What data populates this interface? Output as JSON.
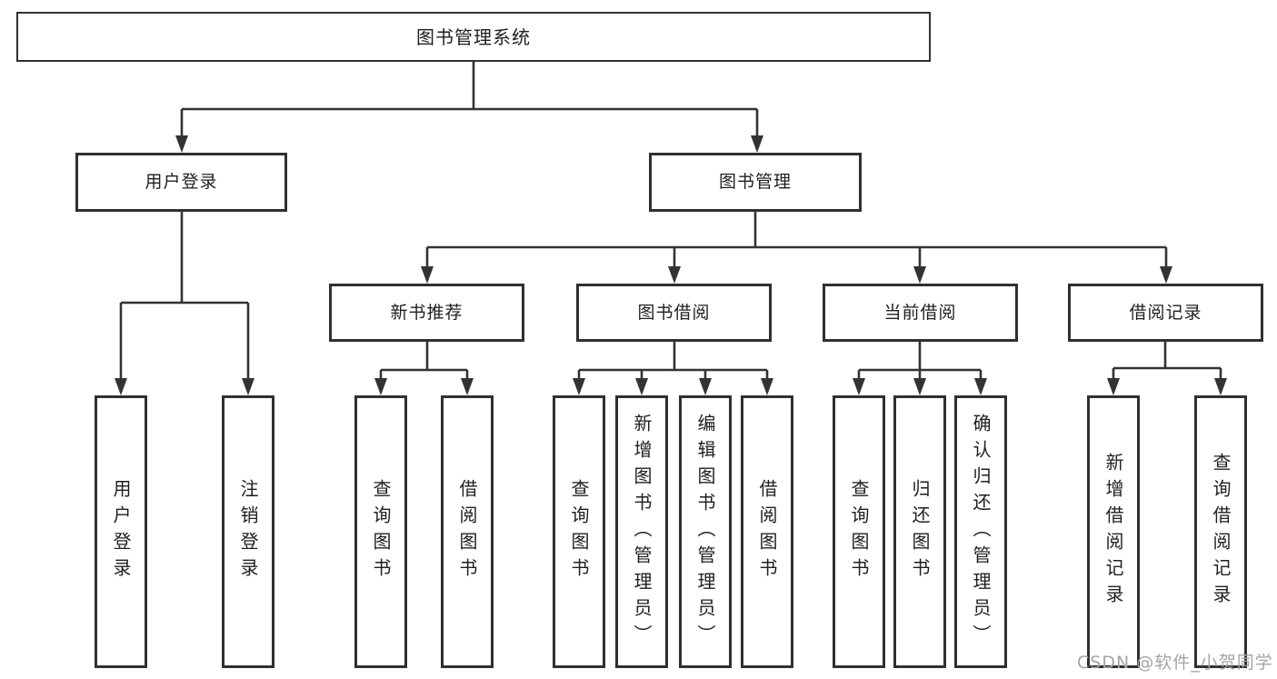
{
  "tree": {
    "root": "图书管理系统",
    "branches": [
      {
        "label": "用户登录",
        "children": [
          "用户登录",
          "注销登录"
        ]
      },
      {
        "label": "图书管理",
        "children": [
          {
            "label": "新书推荐",
            "children": [
              "查询图书",
              "借阅图书"
            ]
          },
          {
            "label": "图书借阅",
            "children": [
              "查询图书",
              "新增图书（管理员）",
              "编辑图书（管理员）",
              "借阅图书"
            ]
          },
          {
            "label": "当前借阅",
            "children": [
              "查询图书",
              "归还图书",
              "确认归还（管理员）"
            ]
          },
          {
            "label": "借阅记录",
            "children": [
              "新增借阅记录",
              "查询借阅记录"
            ]
          }
        ]
      }
    ]
  },
  "watermark": "CSDN @软件_小贺同学",
  "colors": {
    "line": "#333333",
    "box_border": "#303030",
    "text": "#1f1f1f",
    "watermark": "#a5a5a5",
    "background": "#ffffff"
  }
}
